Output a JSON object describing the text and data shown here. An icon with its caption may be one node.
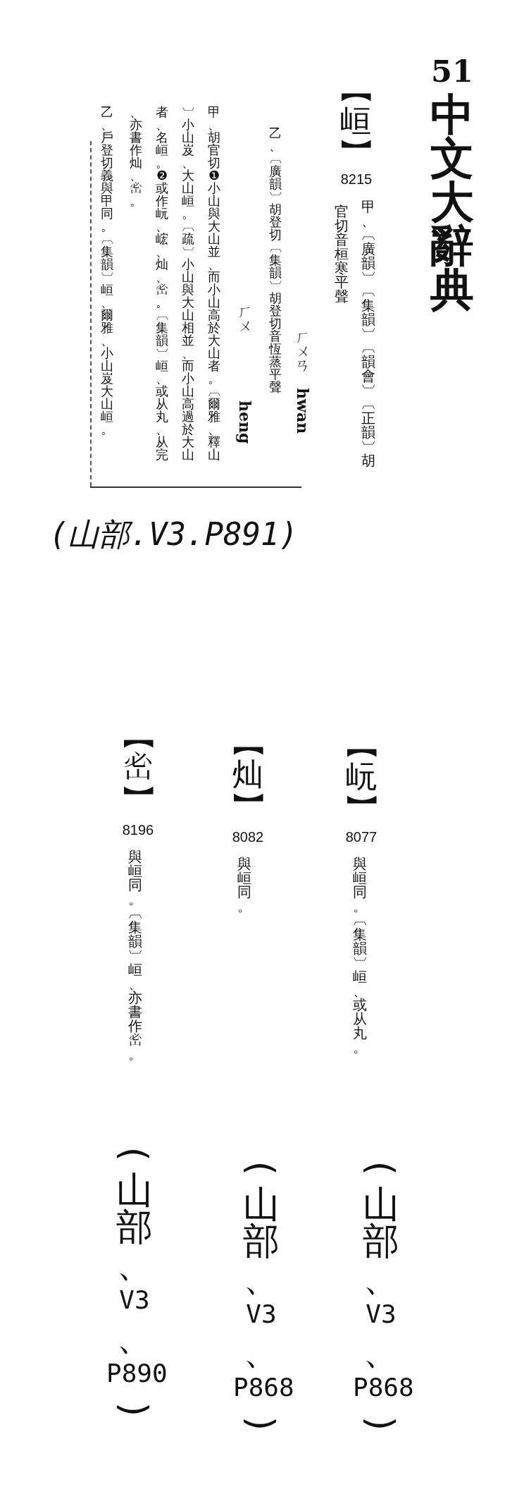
{
  "diagram": {
    "title": "51中文大辭典",
    "labels": [
      "【峘】",
      "8215",
      "甲、〔廣韻〕〔集韻〕〔韻會〕〔正韻〕胡",
      "官切音桓寒平聲",
      "ㄏㄨㄢ",
      "hwan",
      "乙、〔廣韻〕胡登切〔集韻〕胡登切音恆蒸平聲",
      "ㄏㄨ",
      "heng",
      "甲、胡官切❶小山與大山並、而小山高於大山者。〔爾雅、釋山〕小山岌、大山峘。〔疏〕小山與大山相並、而小山高過於大山者、名峘。❷或作岏、峵、灿、𡶇。〔集韻〕峘、或从丸、从完、亦書作灿、𡶇。",
      "乙、戶登切義與甲同。〔集韻〕峘、爾雅、小山岌大山峘。",
      "(山部.V3.P891)",
      "【岏】",
      "8077",
      "與峘同。〔集韻〕峘、或从丸。",
      "【灿】",
      "8082",
      "與峘同。",
      "【𡶇】",
      "8196",
      "與峘同。〔集韻〕峘、亦書作𡶇。",
      "(山部、V3、P868)",
      "(山部、V3、P868)",
      "(山部、V3、P890)"
    ]
  }
}
